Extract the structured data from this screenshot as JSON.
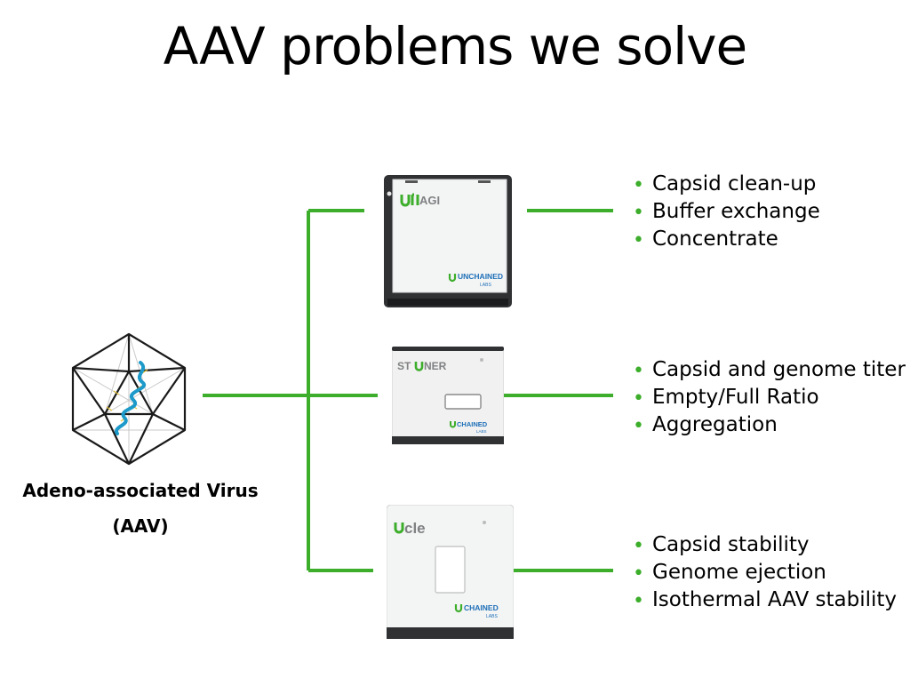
{
  "slide": {
    "title": "AAV problems we solve"
  },
  "virus": {
    "name_line1": "Adeno-associated Virus",
    "name_line2": "(AAV)",
    "icon": "icosahedral-capsid-icon"
  },
  "colors": {
    "connector": "#3dae2b",
    "bullet": "#3dae2b",
    "brand_green": "#3dae2b",
    "brand_blue": "#1d6fb8",
    "instrument_dark": "#2f3133",
    "instrument_light": "#f3f4f4"
  },
  "instruments": [
    {
      "id": "lunatic-agi",
      "brand_mark": "AGI",
      "logo": "UNCHAINED",
      "logo_sub": "LABS",
      "bullets": [
        "Capsid clean-up",
        "Buffer exchange",
        "Concentrate"
      ]
    },
    {
      "id": "stunner",
      "brand_mark": "NER",
      "logo": "CHAINED",
      "logo_sub": "LABS",
      "bullets": [
        "Capsid and genome titer",
        "Empty/Full Ratio",
        "Aggregation"
      ]
    },
    {
      "id": "uncle",
      "brand_mark": "cle",
      "logo": "CHAINED",
      "logo_sub": "LABS",
      "bullets": [
        "Capsid stability",
        "Genome ejection",
        "Isothermal AAV stability"
      ]
    }
  ]
}
